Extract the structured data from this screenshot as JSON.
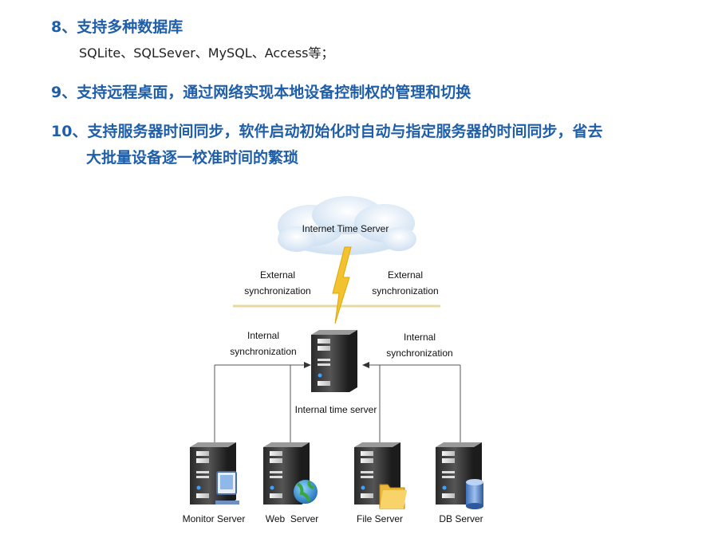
{
  "items": [
    {
      "number": "8、",
      "title": "支持多种数据库",
      "detail": "SQLite、SQLSever、MySQL、Access等；"
    },
    {
      "number": "9、",
      "title": "支持远程桌面，通过网络实现本地设备控制权的管理和切换"
    },
    {
      "number": "10、",
      "title_line1": "支持服务器时间同步，软件启动初始化时自动与指定服务器的时间同步，省去",
      "title_line2": "大批量设备逐一校准时间的繁琐"
    }
  ],
  "diagram": {
    "cloud_label": "Internet Time Server",
    "external_left": [
      "External",
      "synchronization"
    ],
    "external_right": [
      "External",
      "synchronization"
    ],
    "internal_left": [
      "Internal",
      "synchronization"
    ],
    "internal_right": [
      "Internal",
      "synchronization"
    ],
    "internal_server_label": "Internal time server",
    "servers": [
      {
        "label": "Monitor Server",
        "icon": "monitor-icon"
      },
      {
        "label": "Web  Server",
        "icon": "globe-icon"
      },
      {
        "label": "File Server",
        "icon": "folder-icon"
      },
      {
        "label": "DB Server",
        "icon": "database-icon"
      }
    ],
    "colors": {
      "heading": "#1f5ea8",
      "lightning": "#f2c230",
      "divider": "#e8d9a0",
      "cloud": "#cfe0f2"
    }
  }
}
